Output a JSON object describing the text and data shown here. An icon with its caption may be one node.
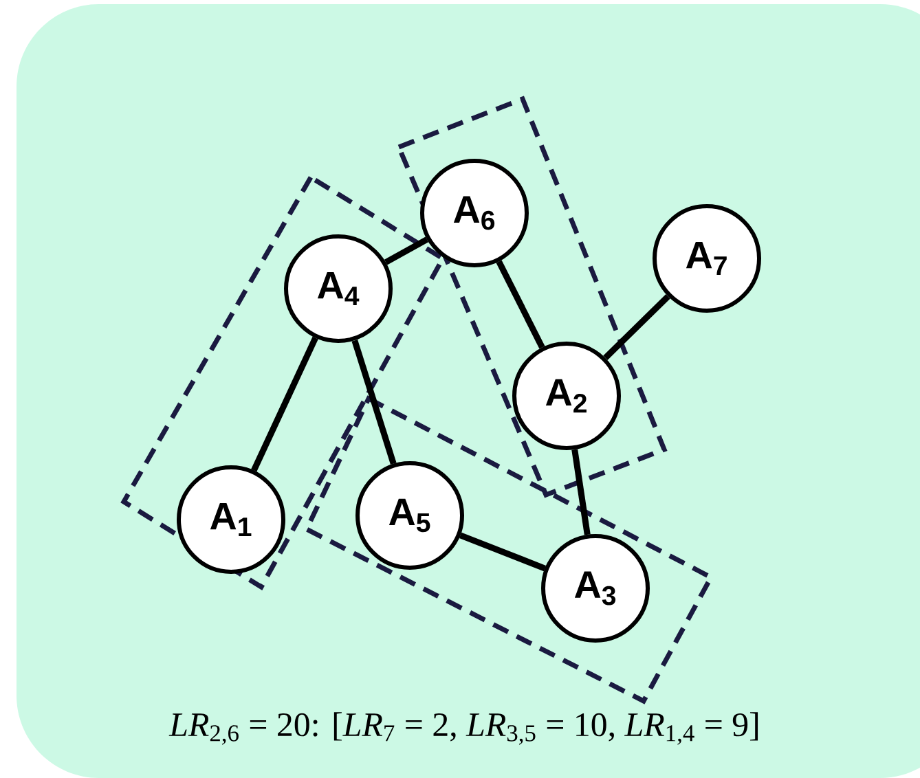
{
  "diagram": {
    "nodes": [
      {
        "text": [
          "A$_{1}$"
        ]
      },
      {
        "text": [
          "A$_{2}$"
        ]
      },
      {
        "text": [
          "A$_{3}$"
        ]
      },
      {
        "text": [
          "A$_{4}$"
        ]
      },
      {
        "text": [
          "A$_{5}$"
        ]
      },
      {
        "text": [
          "A$_{6}$"
        ]
      },
      {
        "text": [
          "A$_{7}$"
        ]
      }
    ],
    "edges": [
      {
        "from": 3,
        "to": 5,
        "arrow": "none"
      },
      {
        "from": 3,
        "to": 0,
        "arrow": "none"
      },
      {
        "from": 3,
        "to": 4,
        "arrow": "none"
      },
      {
        "from": 5,
        "to": 1,
        "arrow": "none"
      },
      {
        "from": 1,
        "to": 6,
        "arrow": "none"
      },
      {
        "from": 1,
        "to": 2,
        "arrow": "none"
      },
      {
        "from": 4,
        "to": 2,
        "arrow": "none"
      }
    ],
    "labels": [
      "*LR*$_{2,6}$ = 20: [*LR*$_{7}$ = 2, *LR*$_{3,5}$ = 10, *LR*$_{1,4}$ = 9]"
    ]
  }
}
